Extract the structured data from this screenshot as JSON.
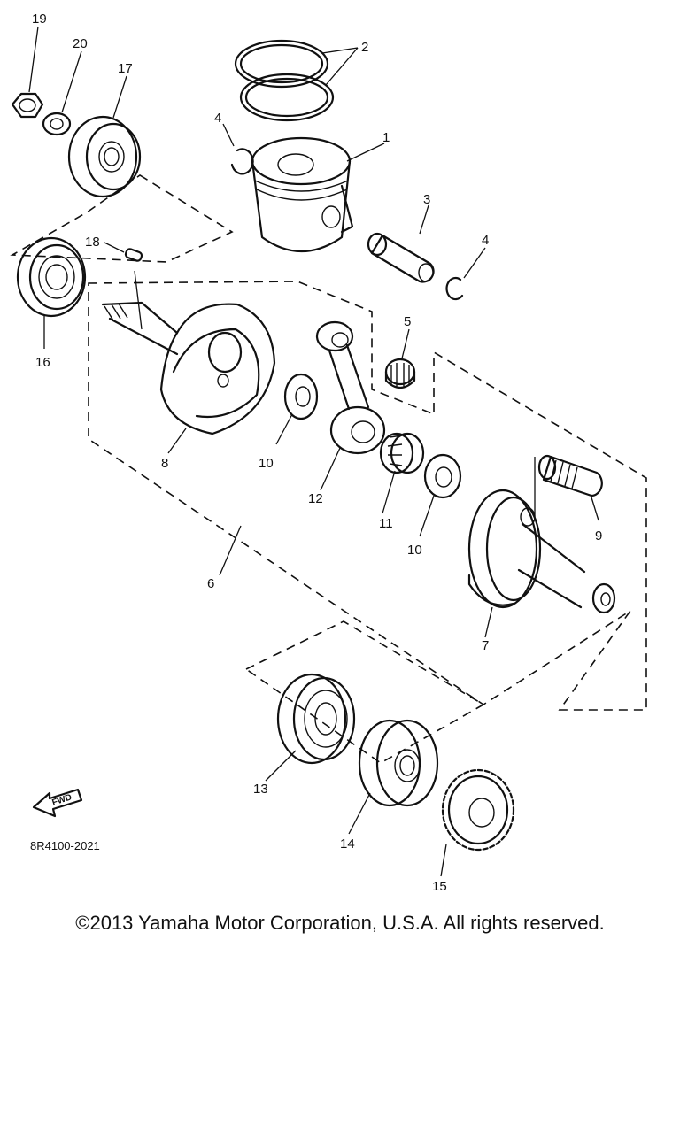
{
  "diagram": {
    "callouts": [
      {
        "id": "c1",
        "text": "1"
      },
      {
        "id": "c2",
        "text": "2"
      },
      {
        "id": "c3",
        "text": "3"
      },
      {
        "id": "c4a",
        "text": "4"
      },
      {
        "id": "c4b",
        "text": "4"
      },
      {
        "id": "c5",
        "text": "5"
      },
      {
        "id": "c6",
        "text": "6"
      },
      {
        "id": "c7",
        "text": "7"
      },
      {
        "id": "c8",
        "text": "8"
      },
      {
        "id": "c9",
        "text": "9"
      },
      {
        "id": "c10a",
        "text": "10"
      },
      {
        "id": "c10b",
        "text": "10"
      },
      {
        "id": "c11",
        "text": "11"
      },
      {
        "id": "c12",
        "text": "12"
      },
      {
        "id": "c13",
        "text": "13"
      },
      {
        "id": "c14",
        "text": "14"
      },
      {
        "id": "c15",
        "text": "15"
      },
      {
        "id": "c16",
        "text": "16"
      },
      {
        "id": "c17",
        "text": "17"
      },
      {
        "id": "c18",
        "text": "18"
      },
      {
        "id": "c19",
        "text": "19"
      },
      {
        "id": "c20",
        "text": "20"
      }
    ],
    "fwd_label": "FWD",
    "diagram_code": "8R4100-2021"
  },
  "footer": {
    "copyright": "©2013 Yamaha Motor Corporation, U.S.A. All rights reserved."
  }
}
